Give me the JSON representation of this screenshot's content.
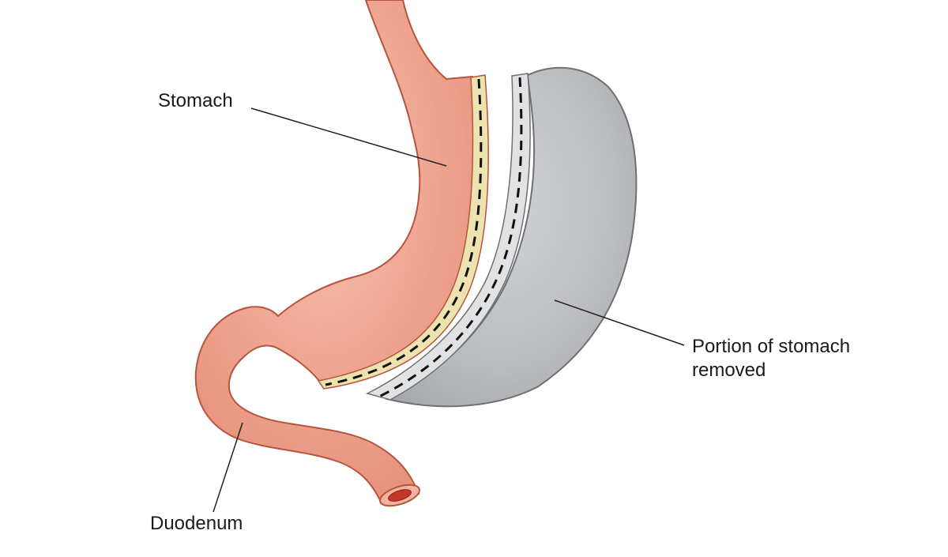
{
  "labels": {
    "stomach": "Stomach",
    "removed_line1": "Portion of stomach",
    "removed_line2": "removed",
    "duodenum": "Duodenum"
  },
  "colors": {
    "stomach_fill": "#eea38f",
    "stomach_outline": "#b8543e",
    "staple_band": "#ece3b0",
    "removed_fill": "#b9bbbe",
    "removed_outline": "#6e7073",
    "removed_band": "#e1e2e3",
    "leader_line": "#222222"
  }
}
